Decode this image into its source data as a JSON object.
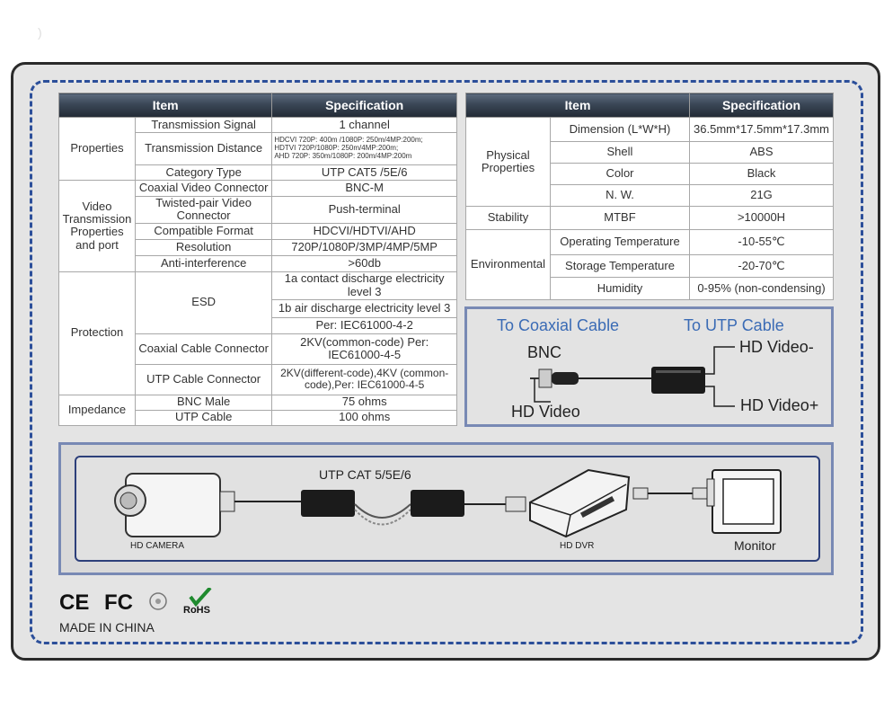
{
  "left_table": {
    "header": {
      "item": "Item",
      "spec": "Specification"
    },
    "properties": {
      "group": "Properties",
      "rows": [
        {
          "name": "Transmission Signal",
          "value": "1 channel"
        },
        {
          "name": "Transmission Distance",
          "value_lines": [
            "HDCVI 720P: 400m /1080P: 250m/4MP:200m;",
            "HDTVI 720P/1080P: 250m/4MP:200m;",
            "AHD 720P: 350m/1080P: 200m/4MP:200m"
          ]
        },
        {
          "name": "Category Type",
          "value": "UTP CAT5 /5E/6"
        }
      ]
    },
    "video": {
      "group": "Video Transmission Properties and port",
      "rows": [
        {
          "name": "Coaxial Video Connector",
          "value": "BNC-M"
        },
        {
          "name": "Twisted-pair Video Connector",
          "value": "Push-terminal"
        },
        {
          "name": "Compatible Format",
          "value": "HDCVI/HDTVI/AHD"
        },
        {
          "name": "Resolution",
          "value": "720P/1080P/3MP/4MP/5MP"
        },
        {
          "name": "Anti-interference",
          "value": ">60db"
        }
      ]
    },
    "protection": {
      "group": "Protection",
      "esd": "ESD",
      "esd_values": [
        "1a contact discharge electricity level 3",
        "1b air discharge electricity level 3",
        "Per: IEC61000-4-2"
      ],
      "coaxial_name": "Coaxial Cable Connector",
      "coaxial_value": "2KV(common-code) Per: IEC61000-4-5",
      "utp_name": "UTP Cable Connector",
      "utp_value": "2KV(different-code),4KV (common-code),Per: IEC61000-4-5"
    },
    "impedance": {
      "group": "Impedance",
      "rows": [
        {
          "name": "BNC Male",
          "value": "75 ohms"
        },
        {
          "name": "UTP Cable",
          "value": "100 ohms"
        }
      ]
    }
  },
  "right_table": {
    "header": {
      "item": "Item",
      "spec": "Specification"
    },
    "physical": {
      "group": "Physical Properties",
      "rows": [
        {
          "name": "Dimension (L*W*H)",
          "value": "36.5mm*17.5mm*17.3mm"
        },
        {
          "name": "Shell",
          "value": "ABS"
        },
        {
          "name": "Color",
          "value": "Black"
        },
        {
          "name": "N. W.",
          "value": "21G"
        }
      ]
    },
    "stability": {
      "group": "Stability",
      "name": "MTBF",
      "value": ">10000H"
    },
    "environmental": {
      "group": "Environmental",
      "rows": [
        {
          "name": "Operating Temperature",
          "value": "-10-55℃"
        },
        {
          "name": "Storage Temperature",
          "value": "-20-70℃"
        },
        {
          "name": "Humidity",
          "value": "0-95% (non-condensing)"
        }
      ]
    }
  },
  "wiring": {
    "to_coaxial": "To Coaxial Cable",
    "to_utp": "To UTP Cable",
    "bnc": "BNC",
    "hd_video": "HD Video",
    "hd_video_minus": "HD Video-",
    "hd_video_plus": "HD Video+",
    "accent_color": "#3a6bb5"
  },
  "connection": {
    "cable_label": "UTP CAT 5/5E/6",
    "camera": "HD CAMERA",
    "dvr": "HD DVR",
    "monitor": "Monitor"
  },
  "certifications": {
    "ce": "CE",
    "fc": "FC",
    "rohs": "RoHS",
    "made_in": "MADE IN CHINA"
  }
}
